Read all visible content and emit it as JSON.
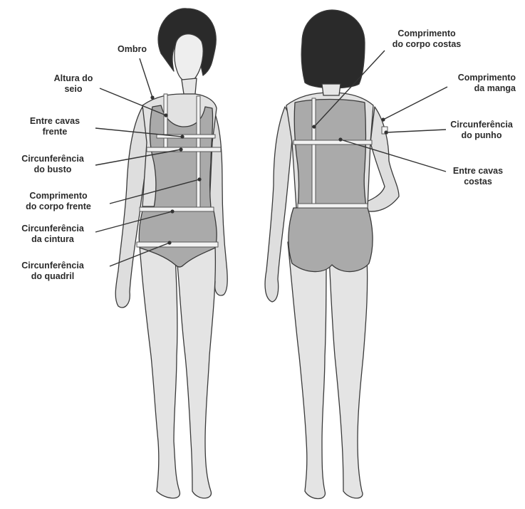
{
  "front_labels": {
    "ombro": {
      "line1": "Ombro",
      "line2": ""
    },
    "altura_seio": {
      "line1": "Altura do",
      "line2": "seio"
    },
    "entre_cavas_frente": {
      "line1": "Entre cavas",
      "line2": "frente"
    },
    "circ_busto": {
      "line1": "Circunferência",
      "line2": "do busto"
    },
    "comp_corpo_frente": {
      "line1": "Comprimento",
      "line2": "do corpo frente"
    },
    "circ_cintura": {
      "line1": "Circunferência",
      "line2": "da cintura"
    },
    "circ_quadril": {
      "line1": "Circunferência",
      "line2": "do quadril"
    }
  },
  "back_labels": {
    "comp_corpo_costas": {
      "line1": "Comprimento",
      "line2": "do corpo costas"
    },
    "comp_manga": {
      "line1": "Comprimento",
      "line2": "da manga"
    },
    "circ_punho": {
      "line1": "Circunferência",
      "line2": "do punho"
    },
    "entre_cavas_costas": {
      "line1": "Entre cavas",
      "line2": "costas"
    }
  },
  "colors": {
    "skin": "#e6e6e6",
    "outline": "#3a3a3a",
    "garment": "#a9a9a9",
    "tape": "#f2f2f2",
    "hair": "#2a2a2a",
    "leader": "#333333"
  }
}
